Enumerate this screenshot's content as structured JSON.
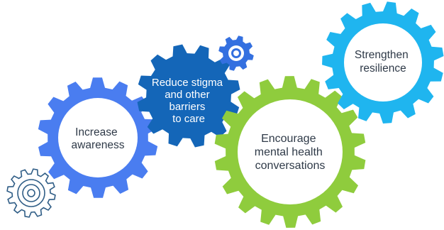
{
  "colors": {
    "background": "#ffffff",
    "gear_blue": "#4a7df0",
    "gear_dark_blue": "#1466b8",
    "gear_green": "#8fcc3d",
    "gear_cyan": "#1fb5ef",
    "gear_outline": "#2f5d86",
    "gear_small_blue": "#3470e0",
    "text_dark": "#2f3a48",
    "text_light": "#ffffff"
  },
  "gears": {
    "increase_awareness": {
      "lines": [
        "Increase",
        "awareness"
      ],
      "icon": "gear-icon"
    },
    "reduce_stigma": {
      "lines": [
        "Reduce stigma",
        "and other",
        "barriers",
        "to care"
      ],
      "icon": "gear-icon"
    },
    "encourage_conversations": {
      "lines": [
        "Encourage",
        "mental health",
        "conversations"
      ],
      "icon": "gear-icon"
    },
    "strengthen_resilience": {
      "lines": [
        "Strengthen",
        "resilience"
      ],
      "icon": "gear-icon"
    },
    "small_outline": {
      "icon": "gear-icon"
    },
    "small_blue": {
      "icon": "gear-icon"
    }
  }
}
